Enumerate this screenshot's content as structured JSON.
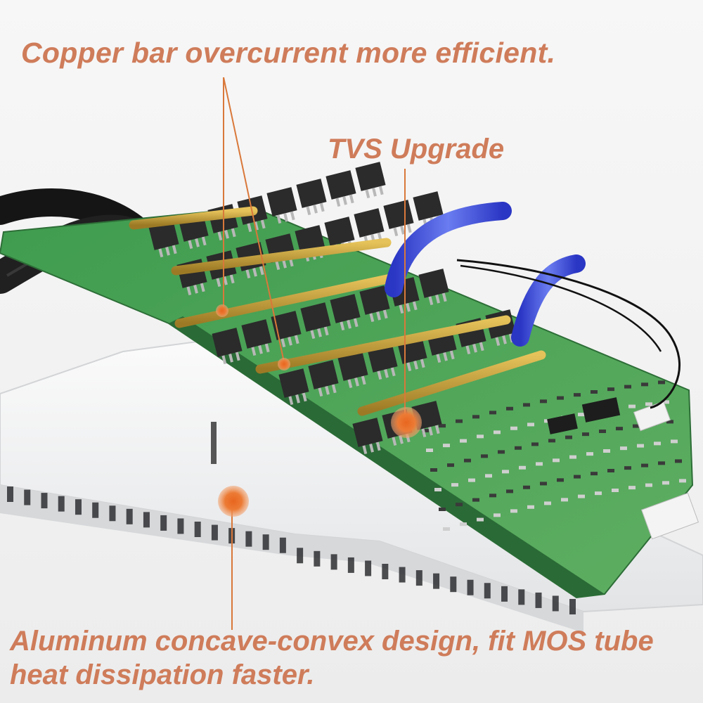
{
  "annotations": {
    "copper_bar": "Copper bar overcurrent more efficient.",
    "tvs": "TVS Upgrade",
    "aluminum_line1": "Aluminum concave-convex design, fit MOS tube",
    "aluminum_line2": "heat dissipation faster."
  },
  "colors": {
    "annotation_text": "#cf7c5a",
    "leader_line": "#d9783a",
    "pcb_green": "#2e8f44",
    "copper": "#c9a440",
    "mosfet": "#2b2b2b",
    "wire_blue": "#3d4fd6",
    "cable_black": "#1b1b1b",
    "heatsink": "#e4e6e8"
  },
  "components": [
    "bms-pcb-board",
    "copper-bar",
    "mosfet",
    "tvs-diode",
    "aluminum-heatsink",
    "black-power-cable",
    "blue-balance-wire",
    "connector"
  ]
}
